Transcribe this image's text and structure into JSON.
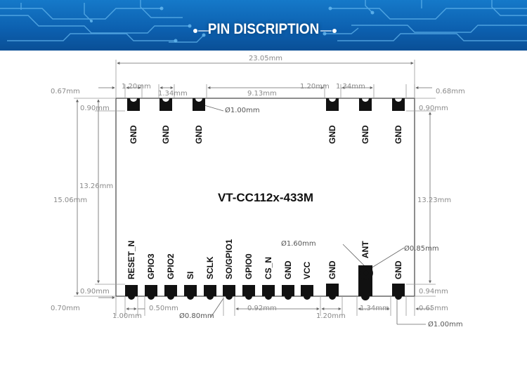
{
  "banner": {
    "title": "PIN DISCRIPTION",
    "bg_color": "#0c5fae",
    "line_color": "#5fb4ef"
  },
  "module": {
    "name": "VT-CC112x-433M"
  },
  "top_pins": [
    "GND",
    "GND",
    "GND",
    "GND",
    "GND",
    "GND"
  ],
  "bottom_pins": [
    "RESET_N",
    "GPIO3",
    "GPIO2",
    "SI",
    "SCLK",
    "SO/GPIO1",
    "GPIO0",
    "CS_N",
    "GND",
    "VCC",
    "GND",
    "ANT",
    "GND"
  ],
  "dimensions": {
    "overall_width": "23.05mm",
    "top_left_margin": "0.67mm",
    "top_left_pitch_a": "1.20mm",
    "top_left_pitch_b": "1.34mm",
    "top_center_gap": "9.13mm",
    "top_right_pitch_a": "1.20mm",
    "top_right_pitch_b": "1.34mm",
    "top_right_margin": "0.68mm",
    "top_pad_depth_left": "0.90mm",
    "top_pad_depth_right": "0.90mm",
    "top_hole": "Ø1.00mm",
    "left_inner_height": "13.26mm",
    "overall_height": "15.06mm",
    "right_inner_height": "13.23mm",
    "ant_hole": "Ø1.60mm",
    "ant_pad": "Ø0.85mm",
    "bottom_pad_depth_left": "0.90mm",
    "bottom_pad_depth_right": "0.94mm",
    "bottom_left_margin": "0.70mm",
    "bottom_pitch": "0.50mm",
    "bottom_first_pad": "1.00mm",
    "bottom_hole_left": "Ø0.80mm",
    "bottom_gap": "0.92mm",
    "bottom_right_pitch_a": "1.20mm",
    "bottom_right_pitch_b": "1.34mm",
    "bottom_right_margin": "0.65mm",
    "bottom_hole_right": "Ø1.00mm"
  }
}
